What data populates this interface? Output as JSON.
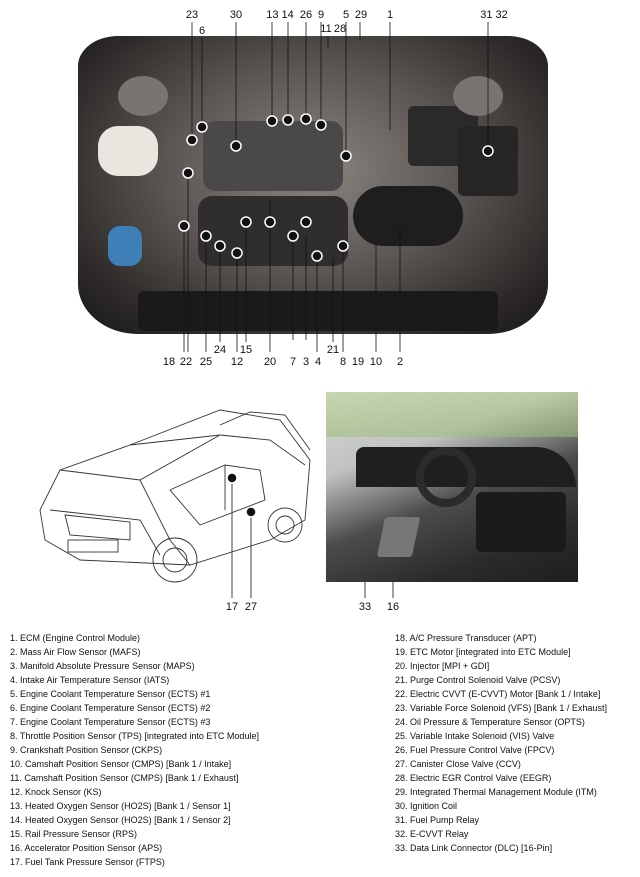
{
  "top_callouts": [
    "23",
    "30",
    "13 14",
    "26",
    "9",
    "5",
    "29",
    "1",
    "31 32",
    "6",
    "11",
    "28"
  ],
  "bottom_callouts": [
    "18",
    "22",
    "25",
    "24",
    "15",
    "12",
    "20",
    "21",
    "3",
    "4",
    "7",
    "8",
    "19",
    "10",
    "2"
  ],
  "vehicle_callouts": [
    "17",
    "27"
  ],
  "interior_callouts": [
    "33",
    "16"
  ],
  "legend_left": [
    "1. ECM (Engine Control Module)",
    "2. Mass Air Flow Sensor (MAFS)",
    "3. Manifold Absolute Pressure Sensor (MAPS)",
    "4. Intake Air Temperature Sensor (IATS)",
    "5. Engine Coolant Temperature Sensor (ECTS) #1",
    "6. Engine Coolant Temperature Sensor (ECTS) #2",
    "7. Engine Coolant Temperature Sensor (ECTS) #3",
    "8. Throttle Position Sensor (TPS) [integrated into ETC Module]",
    "9. Crankshaft Position Sensor (CKPS)",
    "10. Camshaft Position Sensor (CMPS) [Bank 1 / Intake]",
    "11. Camshaft Position Sensor (CMPS) [Bank 1 / Exhaust]",
    "12. Knock Sensor (KS)",
    "13. Heated Oxygen Sensor (HO2S) [Bank 1 / Sensor 1]",
    "14. Heated Oxygen Sensor (HO2S) [Bank 1 / Sensor 2]",
    "15. Rail Pressure Sensor (RPS)",
    "16. Accelerator Position Sensor (APS)",
    "17. Fuel Tank Pressure Sensor (FTPS)"
  ],
  "legend_right": [
    "18. A/C Pressure Transducer (APT)",
    "19. ETC Motor [integrated into ETC Module]",
    "20. Injector [MPI + GDI]",
    "21. Purge Control Solenoid Valve (PCSV)",
    "22. Electric CVVT (E-CVVT) Motor [Bank 1 / Intake]",
    "23. Variable Force Solenoid (VFS) [Bank 1 / Exhaust]",
    "24. Oil Pressure & Temperature Sensor (OPTS)",
    "25. Variable Intake Solenoid (VIS) Valve",
    "26. Fuel Pressure Control Valve (FPCV)",
    "27. Canister Close Valve (CCV)",
    "28. Electric EGR Control Valve (EEGR)",
    "29. Integrated Thermal Management Module (ITM)",
    "30. Ignition Coil",
    "31. Fuel Pump Relay",
    "32. E-CVVT Relay",
    "33. Data Link Connector (DLC) [16-Pin]"
  ]
}
